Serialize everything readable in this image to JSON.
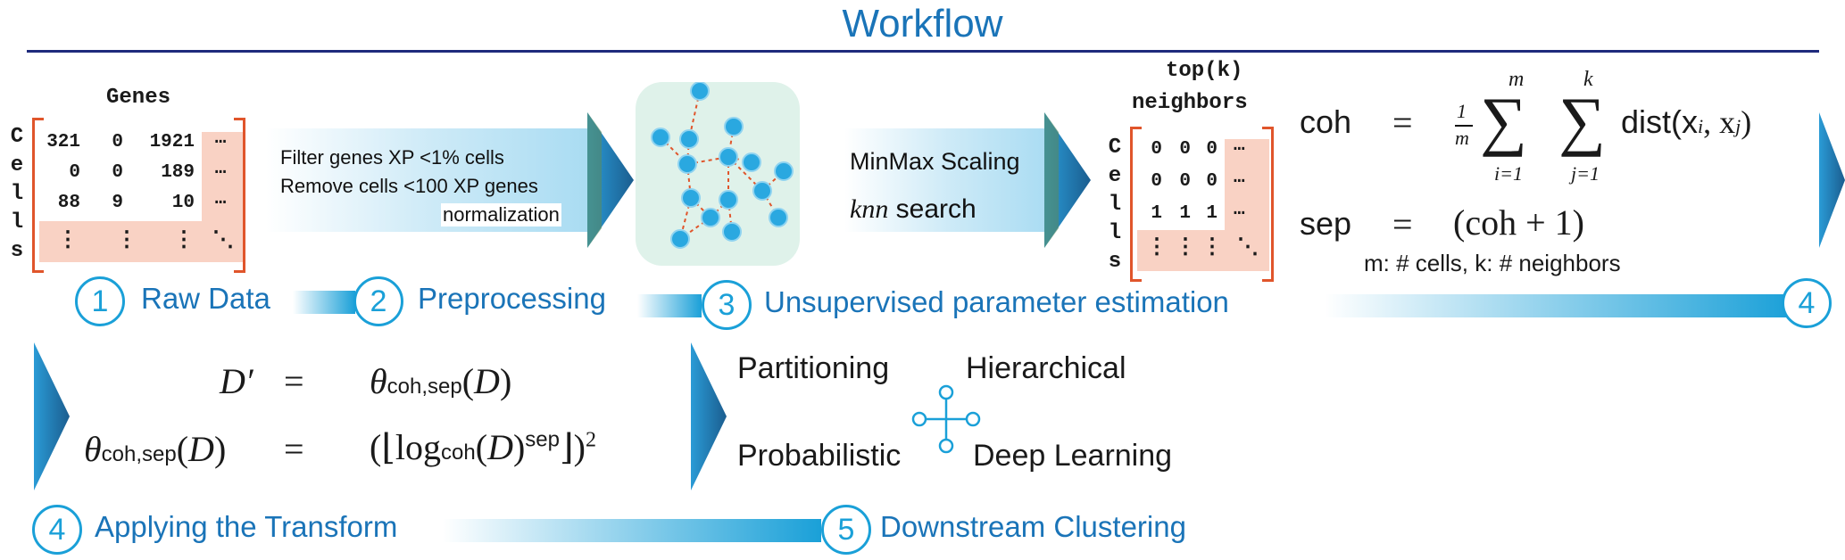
{
  "title": "Workflow",
  "steps": [
    {
      "num": "1",
      "label": "Raw Data"
    },
    {
      "num": "2",
      "label": "Preprocessing"
    },
    {
      "num": "3",
      "label": "Unsupervised parameter estimation"
    },
    {
      "num": "4",
      "label": ""
    },
    {
      "num": "4",
      "label": "Applying the Transform"
    },
    {
      "num": "5",
      "label": "Downstream Clustering"
    }
  ],
  "raw_matrix": {
    "header": "Genes",
    "row_axis": [
      "C",
      "e",
      "l",
      "l",
      "s"
    ],
    "rows": [
      [
        "321",
        "0",
        "1921",
        "…"
      ],
      [
        "0",
        "0",
        "189",
        "…"
      ],
      [
        "88",
        "9",
        "10",
        "…"
      ],
      [
        "⋮",
        "⋮",
        "⋮",
        "⋱"
      ]
    ]
  },
  "preprocessing": {
    "lines": [
      "Filter genes XP <1% cells",
      "Remove cells <100 XP genes",
      "normalization"
    ]
  },
  "estimation": {
    "lines": [
      "MinMax Scaling",
      "search"
    ],
    "knn_italic": "knn"
  },
  "knn_matrix": {
    "header_top": "top(k)",
    "header_bottom": "neighbors",
    "row_axis": [
      "C",
      "e",
      "l",
      "l",
      "s"
    ],
    "rows": [
      [
        "0",
        "0",
        "0",
        "…"
      ],
      [
        "0",
        "0",
        "0",
        "…"
      ],
      [
        "1",
        "1",
        "1",
        "…"
      ],
      [
        "⋮",
        "⋮",
        "⋮",
        "⋱"
      ]
    ]
  },
  "formulas": {
    "coh_lhs": "coh",
    "eq": "=",
    "frac_num": "1",
    "frac_den": "m",
    "sum1_top": "m",
    "sum1_bot": "i=1",
    "sum2_top": "k",
    "sum2_bot": "j=1",
    "sigma": "∑",
    "dist": "dist(x",
    "sep_lhs": "sep",
    "sep_rhs": "(coh + 1)",
    "legend": "m: # cells,  k: # neighbors"
  },
  "transform": {
    "line1_lhs": "D′",
    "line1_rhs": "θcoh,sep(D)",
    "line2_lhs": "θcoh,sep(D)",
    "line2_rhs": "(⌊logcoh(D)sep⌋)2"
  },
  "clustering": {
    "methods": [
      "Partitioning",
      "Hierarchical",
      "Probabilistic",
      "Deep Learning"
    ]
  },
  "colors": {
    "title": "#1a74b8",
    "rule": "#1f2a7c",
    "step": "#1aa0d8",
    "bracket": "#e0552b",
    "highlight": "#f9d2c4",
    "node": "#2aa8e0",
    "edge": "#e0552b",
    "cluster_bg": "#dff2ea"
  }
}
